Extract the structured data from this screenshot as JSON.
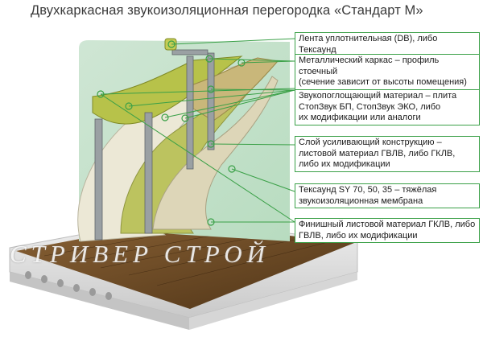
{
  "title": "Двухкаркасная звукоизоляционная перегородка «Стандарт М»",
  "watermark": "СТРИВЕР СТРОЙ",
  "colors": {
    "callout_line": "#3aa047",
    "background_wall": "#d2ead9",
    "absorber": "#b7c24a",
    "board": "#ece8d6",
    "membrane": "#bcc35f",
    "floor_wood": "#6a4a26",
    "slab": "#e4e4e4"
  },
  "callouts": [
    {
      "id": "sealing-tape",
      "text": "Лента уплотнительная (DB), либо Тексаунд"
    },
    {
      "id": "metal-frame",
      "text": "Металлический каркас – профиль стоечный\n(сечение зависит от высоты помещения)"
    },
    {
      "id": "sound-absorber",
      "text": "Звукопоглощающий материал – плита\nСтопЗвук БП, СтопЗвук ЭКО, либо\nих модификации или аналоги"
    },
    {
      "id": "reinforcing-layer",
      "text": "Слой усиливающий конструкцию –\nлистовой материал ГВЛВ, либо ГКЛВ,\nлибо их модификации"
    },
    {
      "id": "membrane",
      "text": "Тексаунд SY 70, 50, 35 – тяжёлая\nзвукоизоляционная мембрана"
    },
    {
      "id": "finishing-sheet",
      "text": "Финишный листовой материал ГКЛВ, либо\nГВЛВ, либо их модификации"
    }
  ]
}
